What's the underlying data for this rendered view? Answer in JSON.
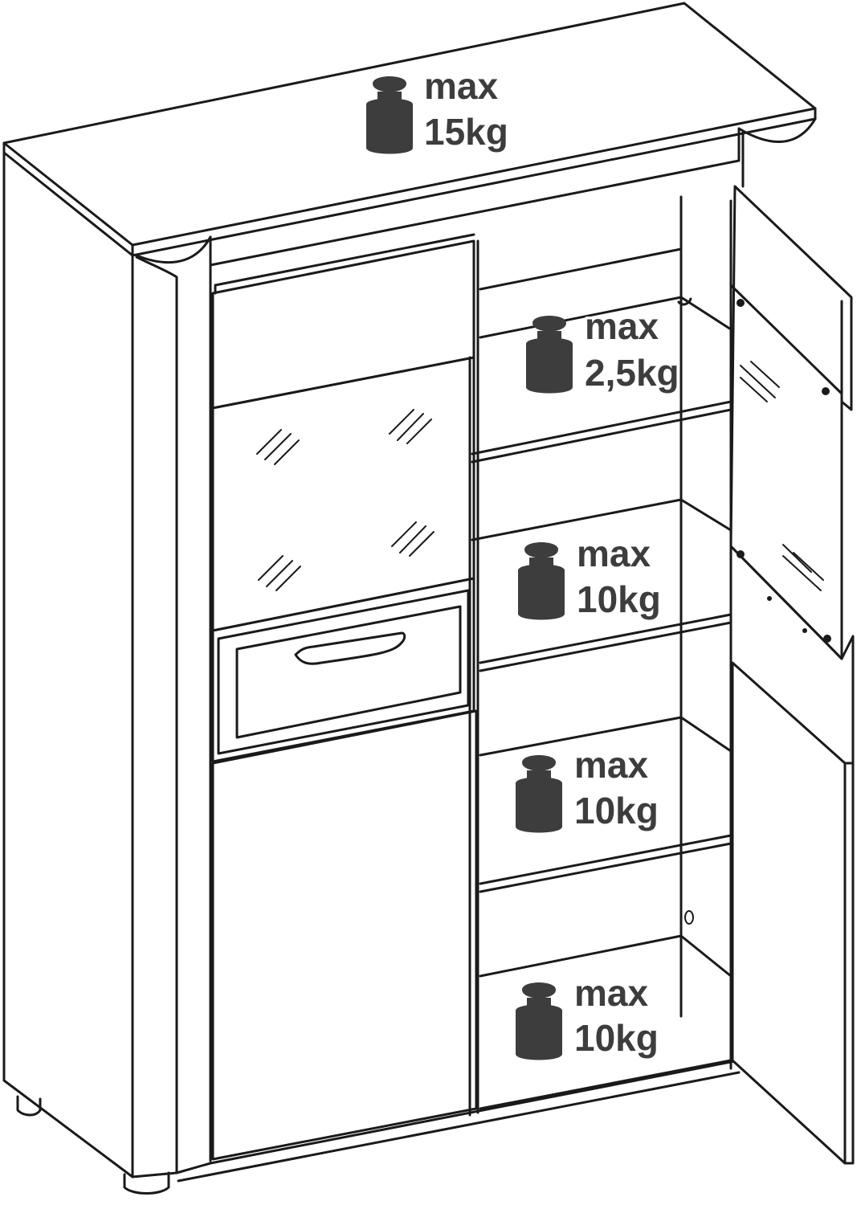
{
  "labels": {
    "top": {
      "line1": "max",
      "line2": "15kg"
    },
    "shelf_1": {
      "line1": "max",
      "line2": "2,5kg"
    },
    "shelf_2": {
      "line1": "max",
      "line2": "10kg"
    },
    "shelf_3": {
      "line1": "max",
      "line2": "10kg"
    },
    "shelf_4": {
      "line1": "max",
      "line2": "10kg"
    }
  },
  "icons": {
    "weight": "weight-icon"
  },
  "colors": {
    "line": "#1a1a1a",
    "weight_fill": "#3d3d3d",
    "background": "#ffffff"
  }
}
